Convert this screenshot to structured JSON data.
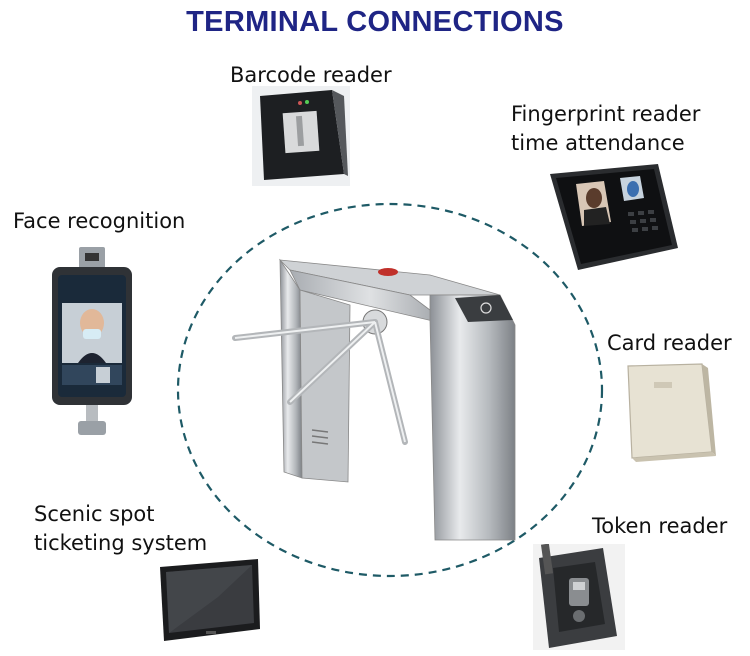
{
  "title": "TERMINAL CONNECTIONS",
  "colors": {
    "title": "#1f2585",
    "circle": "#1e5a66"
  },
  "center_device": {
    "icon": "tripod-turnstile"
  },
  "devices": [
    {
      "id": "barcode",
      "label": "Barcode reader",
      "icon": "barcode-reader-icon"
    },
    {
      "id": "fingerprint",
      "label_lines": [
        "Fingerprint reader",
        "time attendance"
      ],
      "icon": "fingerprint-terminal-icon"
    },
    {
      "id": "face",
      "label": "Face recognition",
      "icon": "face-recognition-terminal-icon"
    },
    {
      "id": "card",
      "label": "Card reader",
      "icon": "card-reader-icon"
    },
    {
      "id": "scenic",
      "label_lines": [
        "Scenic spot",
        "ticketing system"
      ],
      "icon": "ticketing-monitor-icon"
    },
    {
      "id": "token",
      "label": "Token reader",
      "icon": "token-reader-icon"
    }
  ]
}
